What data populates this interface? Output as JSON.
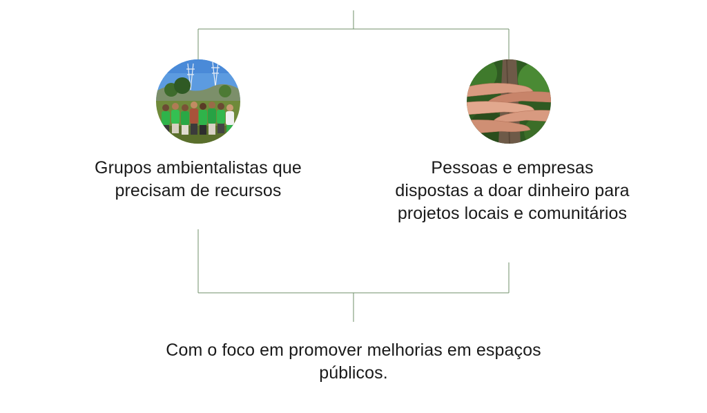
{
  "diagram": {
    "line_color": "#6f8f6a",
    "left_node": {
      "photo": "volunteer-group-photo",
      "text": "Grupos ambientalistas que precisam de recursos"
    },
    "right_node": {
      "photo": "stacked-hands-photo",
      "text": "Pessoas e empresas dispostas a doar dinheiro para projetos locais e comunitários"
    },
    "result_node": {
      "text": "Com o foco em promover melhorias em espaços públicos."
    }
  }
}
